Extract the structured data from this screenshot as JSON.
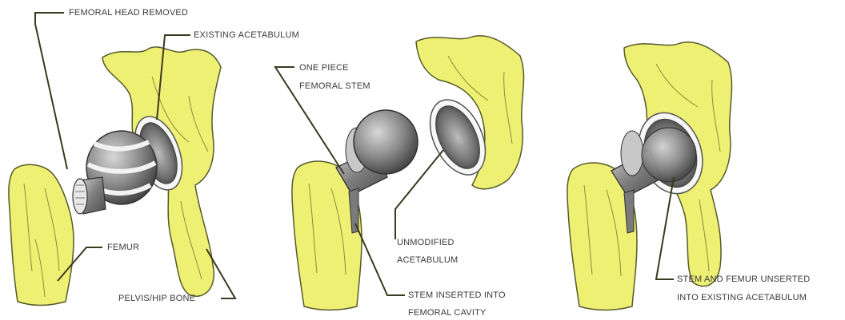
{
  "labels": {
    "femoral_head_removed": "FEMORAL HEAD REMOVED",
    "existing_acetabulum": "EXISTING ACETABULUM",
    "femur": "FEMUR",
    "pelvis_hip_bone": "PELVIS/HIP BONE",
    "one_piece_line1": "ONE PIECE",
    "one_piece_line2": "FEMORAL STEM",
    "unmodified_line1": "UNMODIFIED",
    "unmodified_line2": "ACETABULUM",
    "stem_inserted_line1": "STEM INSERTED INTO",
    "stem_inserted_line2": "FEMORAL CAVITY",
    "stem_femur_line1": "STEM AND FEMUR UNSERTED",
    "stem_femur_line2": "INTO EXISTING ACETABULUM"
  },
  "colors": {
    "bone": "#eef074",
    "bone_outline": "#555a2a",
    "leader": "#3a3a1e",
    "metal_dark": "#5a5a5a",
    "metal_light": "#d8d8d8"
  }
}
